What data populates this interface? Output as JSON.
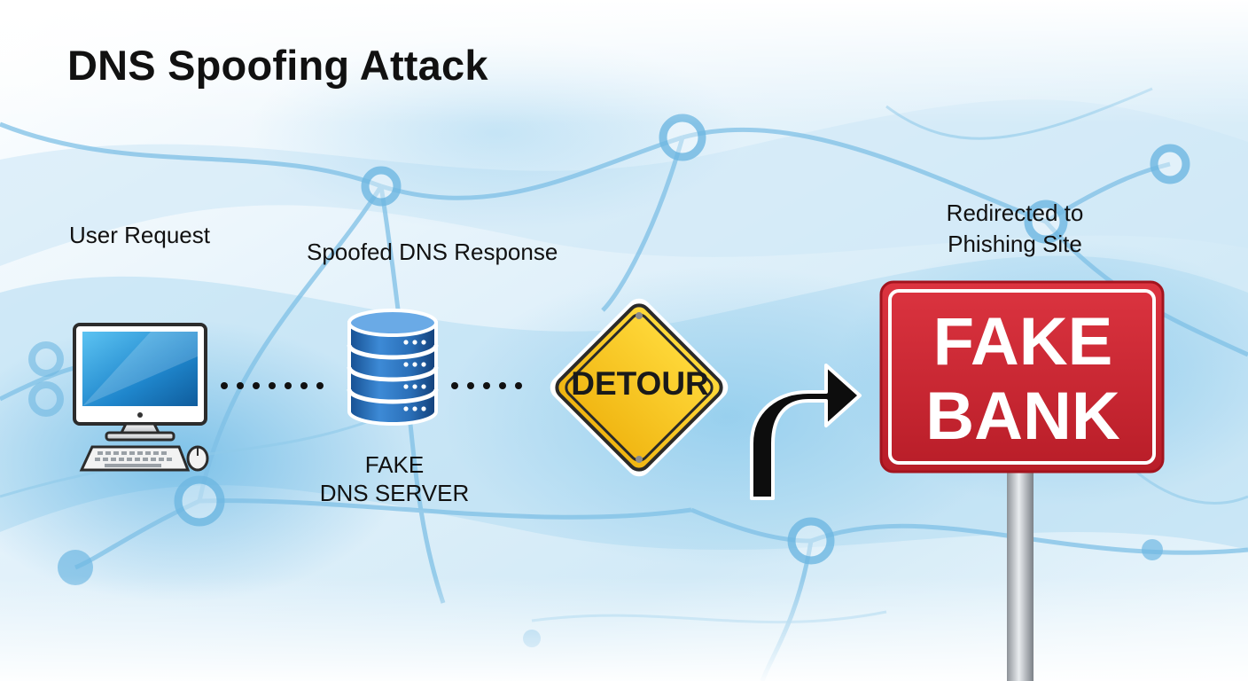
{
  "title": "DNS Spoofing Attack",
  "labels": {
    "user_request": "User Request",
    "spoofed_response": "Spoofed DNS Response",
    "redirected": "Redirected to Phishing Site",
    "fake_dns_line1": "FAKE",
    "fake_dns_line2": "DNS SERVER"
  },
  "detour_sign": {
    "text": "DETOUR"
  },
  "bank_sign": {
    "line1": "FAKE",
    "line2": "BANK"
  },
  "colors": {
    "sign_red": "#c9252f",
    "detour_yellow": "#f6c21c",
    "server_blue": "#2a6fb8",
    "network_blue": "#7fc0e6"
  },
  "icons": [
    "computer-icon",
    "keyboard-icon",
    "mouse-icon",
    "server-icon",
    "detour-sign-icon",
    "redirect-arrow-icon",
    "fake-bank-sign-icon"
  ]
}
